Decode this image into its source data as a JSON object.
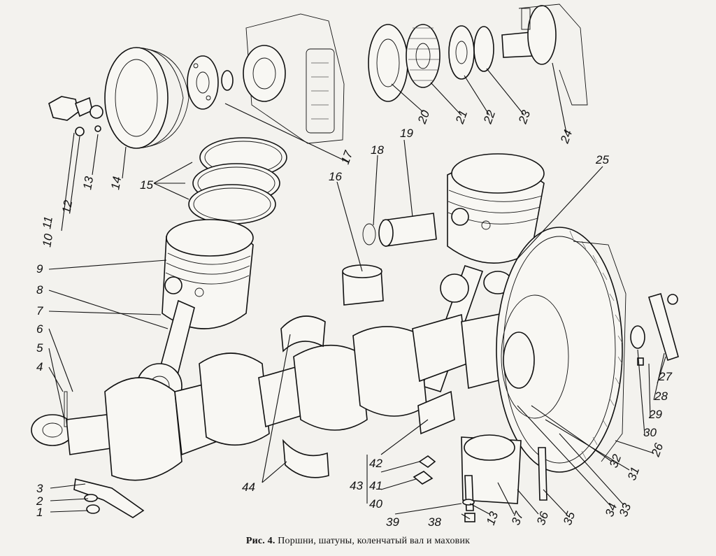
{
  "caption": {
    "prefix": "Рис. 4.",
    "text": "Поршни, шатуны, коленчатый вал и маховик"
  },
  "callouts": [
    "1",
    "2",
    "3",
    "4",
    "5",
    "6",
    "7",
    "8",
    "9",
    "10",
    "11",
    "12",
    "13",
    "14",
    "15",
    "16",
    "17",
    "18",
    "19",
    "20",
    "21",
    "22",
    "23",
    "24",
    "25",
    "26",
    "27",
    "28",
    "29",
    "30",
    "31",
    "32",
    "33",
    "34",
    "35",
    "36",
    "37",
    "38",
    "39",
    "40",
    "41",
    "42",
    "43",
    "44"
  ],
  "extra_callouts": [
    "13"
  ]
}
